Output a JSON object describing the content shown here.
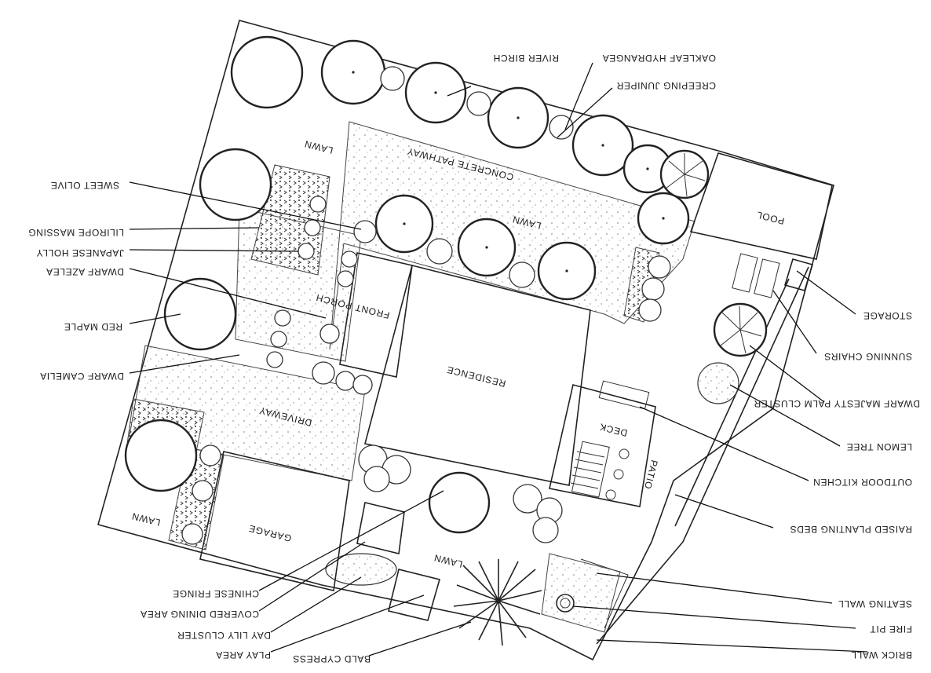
{
  "diagram": {
    "labels": {
      "left": [
        "SWEET OLIVE",
        "LILIROPE MASSING",
        "JAPANESE HOLLY",
        "DWARF AZELEA",
        "RED MAPLE",
        "DWARF CAMELIA"
      ],
      "top": [
        "RIVER BIRCH",
        "OAKLEAF HYDRANGEA",
        "CREEPING JUNIPER"
      ],
      "right": [
        "STORAGE",
        "SUNNING CHAIRS",
        "DWARF MAJESTY PALM CLUSTER",
        "LEMON TREE",
        "OUTDOOR KITCHEN",
        "RAISED PLANTING BEDS",
        "SEATING WALL",
        "FIRE PIT",
        "BRICK WALL"
      ],
      "bottom": [
        "CHINESE FRINGE",
        "COVERED DINING AREA",
        "DAY LILY CLUSTER",
        "PLAY AREA",
        "BALD CYPRESS"
      ]
    },
    "areas": {
      "lawn_north": "LAWN",
      "concrete_pathway": "CONCRETE PATHWAY",
      "lawn_center": "LAWN",
      "pool": "POOL",
      "front_porch": "FRONT PORCH",
      "residence": "RESIDENCE",
      "driveway": "DRIVEWAY",
      "deck": "DECK",
      "patio": "PATIO",
      "lawn_west": "LAWN",
      "garage": "GARAGE",
      "lawn_south": "LAWN"
    }
  }
}
